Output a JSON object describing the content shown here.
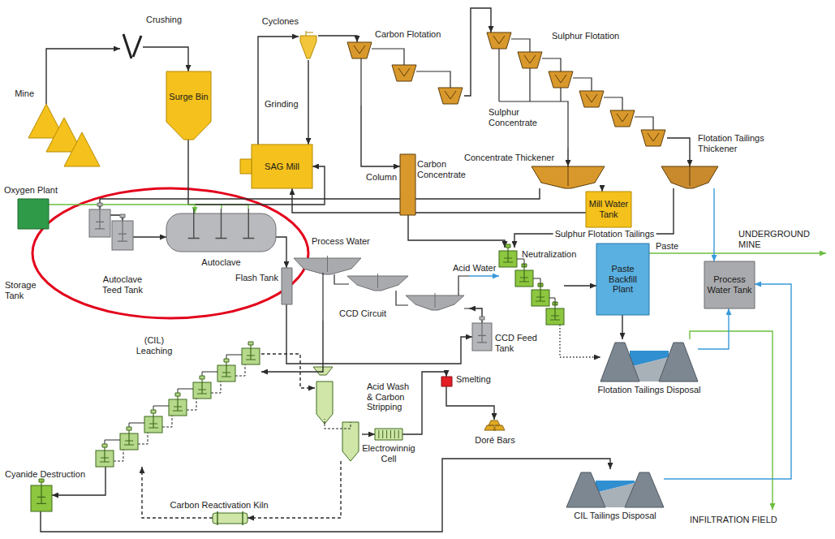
{
  "diagram": {
    "nodes": [
      {
        "text": [
          "Mine"
        ]
      },
      {
        "text": [
          "Crushing"
        ]
      },
      {
        "text": [
          "Surge Bin"
        ]
      },
      {
        "text": [
          "Cyclones"
        ]
      },
      {
        "text": [
          "SAG Mill"
        ]
      },
      {
        "text": [
          "Carbon Flotation"
        ]
      },
      {
        "text": [
          "Sulphur Flotation"
        ]
      },
      {
        "text": [
          "Column"
        ]
      },
      {
        "text": [
          "Concentrate Thickener"
        ]
      },
      {
        "text": [
          "Mill Water Tank"
        ]
      },
      {
        "text": [
          "Flotation Tailings Thickener"
        ]
      },
      {
        "text": [
          "Oxygen Plant"
        ]
      },
      {
        "text": [
          "Storage Tank"
        ]
      },
      {
        "text": [
          "Autoclave Teed Tank"
        ]
      },
      {
        "text": [
          "Autoclave"
        ]
      },
      {
        "text": [
          "Flash Tank"
        ]
      },
      {
        "text": [
          "CCD Circuit"
        ]
      },
      {
        "text": [
          "CCD Feed Tank"
        ]
      },
      {
        "text": [
          "Neutralization"
        ]
      },
      {
        "text": [
          "Paste Backfill Plant"
        ]
      },
      {
        "text": [
          "Process Water Tank"
        ]
      },
      {
        "text": [
          "Flotation Tailings Disposal"
        ]
      },
      {
        "text": [
          "(CIL) Leaching"
        ]
      },
      {
        "text": [
          "Acid Wash & Carbon Stripping"
        ]
      },
      {
        "text": [
          "Electrowinnig Cell"
        ]
      },
      {
        "text": [
          "Smelting"
        ]
      },
      {
        "text": [
          "Doré Bars"
        ]
      },
      {
        "text": [
          "CIL Tailings Disposal"
        ]
      },
      {
        "text": [
          "Cyanide Destruction"
        ]
      },
      {
        "text": [
          "Carbon Reactivation Kiln"
        ]
      }
    ],
    "edges": [
      {
        "from": 0,
        "to": 1,
        "arrow": "to"
      },
      {
        "from": 1,
        "to": 2,
        "arrow": "to"
      },
      {
        "from": 2,
        "to": 4,
        "arrow": "to"
      },
      {
        "from": 4,
        "to": 3,
        "arrow": "to"
      },
      {
        "from": 3,
        "to": 4,
        "arrow": "to"
      },
      {
        "from": 3,
        "to": 5,
        "arrow": "to"
      },
      {
        "from": 5,
        "to": 6,
        "arrow": "to"
      },
      {
        "from": 5,
        "to": 7,
        "arrow": "to"
      },
      {
        "from": 7,
        "to": 18,
        "arrow": "to"
      },
      {
        "from": 6,
        "to": 8,
        "arrow": "to"
      },
      {
        "from": 6,
        "to": 10,
        "arrow": "to"
      },
      {
        "from": 8,
        "to": 9,
        "arrow": "to"
      },
      {
        "from": 9,
        "to": 4,
        "arrow": "to"
      },
      {
        "from": 10,
        "to": 20,
        "arrow": "to"
      },
      {
        "from": 10,
        "to": 18,
        "label": "Sulphur Flotation Tailings",
        "arrow": "to"
      },
      {
        "from": 11,
        "to": 14,
        "arrow": "to"
      },
      {
        "from": 8,
        "to": 12,
        "arrow": "to"
      },
      {
        "from": 12,
        "to": 13,
        "arrow": "to"
      },
      {
        "from": 13,
        "to": 14,
        "arrow": "to"
      },
      {
        "from": 14,
        "to": 15,
        "arrow": "to"
      },
      {
        "from": 15,
        "to": 17,
        "arrow": "to"
      },
      {
        "from": 17,
        "to": 16,
        "arrow": "to"
      },
      {
        "from": 16,
        "to": 22,
        "arrow": "to"
      },
      {
        "from": 22,
        "to": 28,
        "arrow": "to"
      },
      {
        "from": 28,
        "to": 27,
        "arrow": "to"
      },
      {
        "from": 23,
        "to": 24,
        "arrow": "to"
      },
      {
        "from": 24,
        "to": 25,
        "arrow": "to"
      },
      {
        "from": 25,
        "to": 26,
        "arrow": "to"
      },
      {
        "from": 29,
        "to": 22,
        "arrow": "to"
      },
      {
        "from": 23,
        "to": 29,
        "arrow": "to"
      },
      {
        "from": 22,
        "to": 23,
        "arrow": "to"
      },
      {
        "from": 18,
        "to": 19,
        "arrow": "to"
      },
      {
        "from": 19,
        "to": 21,
        "arrow": "to"
      },
      {
        "from": 18,
        "to": 21,
        "arrow": "to"
      },
      {
        "from": 21,
        "to": 20,
        "arrow": "to"
      },
      {
        "from": 27,
        "to": 20,
        "arrow": "to"
      },
      {
        "from": 16,
        "to": 18,
        "arrow": "to"
      }
    ],
    "labels": [
      "Grinding",
      "Sulphur Concentrate",
      "Carbon Concentrate",
      "Process Water",
      "Acid Water",
      "Paste",
      "UNDERGROUND MINE",
      "INFILTRATION FIELD"
    ]
  }
}
